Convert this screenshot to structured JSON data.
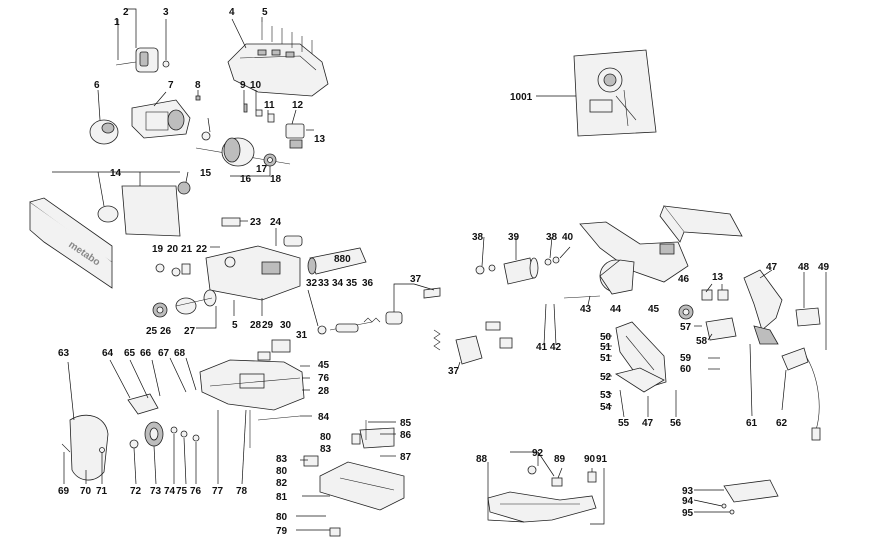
{
  "callouts": {
    "n1": "1",
    "n2": "2",
    "n3": "3",
    "n4": "4",
    "n5": "5",
    "n6": "6",
    "n7": "7",
    "n8": "8",
    "n9": "9",
    "n10": "10",
    "n11": "11",
    "n12": "12",
    "n13": "13",
    "n14": "14",
    "n15": "15",
    "n16": "16",
    "n17": "17",
    "n18": "18",
    "n19": "19",
    "n20": "20",
    "n21": "21",
    "n22": "22",
    "n23": "23",
    "n24": "24",
    "n25": "25",
    "n26": "26",
    "n27": "27",
    "n28": "28",
    "n29": "29",
    "n30": "30",
    "n31": "31",
    "n32": "32",
    "n33": "33",
    "n34": "34",
    "n35": "35",
    "n36": "36",
    "n37": "37",
    "n38": "38",
    "n39": "39",
    "n40": "40",
    "n41": "41",
    "n42": "42",
    "n43": "43",
    "n44": "44",
    "n45": "45",
    "n46": "46",
    "n47": "47",
    "n48": "48",
    "n49": "49",
    "n50": "50",
    "n51": "51",
    "n52": "52",
    "n53": "53",
    "n54": "54",
    "n55": "55",
    "n56": "56",
    "n57": "57",
    "n58": "58",
    "n59": "59",
    "n60": "60",
    "n61": "61",
    "n62": "62",
    "n63": "63",
    "n64": "64",
    "n65": "65",
    "n66": "66",
    "n67": "67",
    "n68": "68",
    "n69": "69",
    "n70": "70",
    "n71": "71",
    "n72": "72",
    "n73": "73",
    "n74": "74",
    "n75": "75",
    "n76": "76",
    "n77": "77",
    "n78": "78",
    "n79": "79",
    "n80": "80",
    "n81": "81",
    "n82": "82",
    "n83": "83",
    "n84": "84",
    "n85": "85",
    "n86": "86",
    "n87": "87",
    "n88": "88",
    "n89": "89",
    "n90": "90",
    "n91": "91",
    "n92": "92",
    "n93": "93",
    "n94": "94",
    "n95": "95",
    "n880": "880",
    "n1001": "1001"
  },
  "brand_text": "metabo"
}
